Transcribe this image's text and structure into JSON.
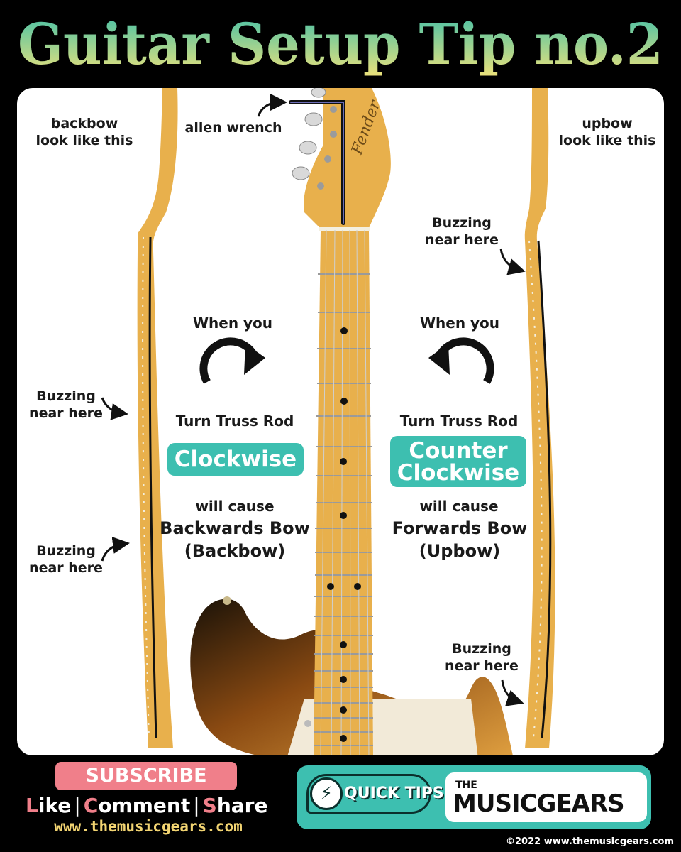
{
  "title": "Guitar Setup Tip no.2",
  "colors": {
    "title_gradient_top": "#3fbfa9",
    "title_gradient_bottom": "#efe27a",
    "accent_teal": "#3dbfb0",
    "accent_pink": "#f07f8a",
    "maple": "#e8b04c",
    "footer_url_yellow": "#f2d472"
  },
  "labels": {
    "backbow_line1": "backbow",
    "backbow_line2": "look like this",
    "upbow_line1": "upbow",
    "upbow_line2": "look like this",
    "allen_wrench": "allen wrench",
    "buzz_word": "Buzzing",
    "near_here": "near here",
    "when_you": "When you",
    "turn_truss_rod": "Turn Truss Rod",
    "clockwise": "Clockwise",
    "counter_line1": "Counter",
    "counter_line2": "Clockwise",
    "will_cause": "will cause",
    "backwards_bow": "Backwards Bow",
    "backbow_paren": "(Backbow)",
    "forwards_bow": "Forwards Bow",
    "upbow_paren": "(Upbow)",
    "headstock_logo": "Fender"
  },
  "footer": {
    "subscribe": "SUBSCRIBE",
    "like": {
      "initial": "L",
      "rest": "ike"
    },
    "comment": {
      "initial": "C",
      "rest": "omment"
    },
    "share": {
      "initial": "S",
      "rest": "hare"
    },
    "separator": "|",
    "website": "www.themusicgears.com",
    "quick_tips": "QUICK TIPS",
    "brand_small": "THE",
    "brand_name": "MUSICGEARS",
    "copyright": "©2022 www.themusicgears.com"
  },
  "icons": {
    "clockwise": "rotate-clockwise-icon",
    "counter_clockwise": "rotate-counter-clockwise-icon",
    "bulb": "lightbulb-icon"
  }
}
